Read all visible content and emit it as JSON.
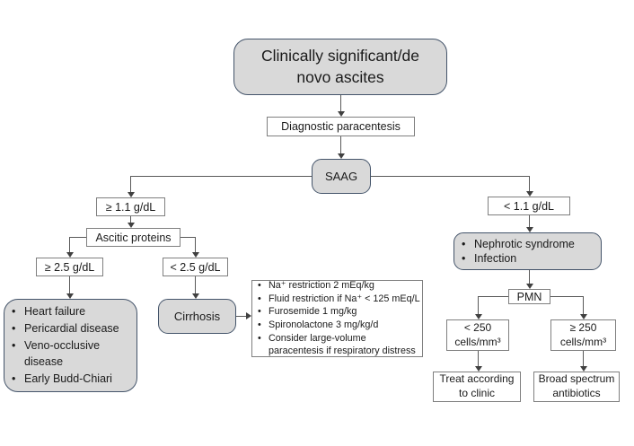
{
  "diagram_title": "Clinically significant/de novo ascites flowchart",
  "colors": {
    "node_fill": "#d9d9d9",
    "node_border": "#44546a",
    "box_border": "#7f7f7f",
    "line": "#595959",
    "text": "#1a1a1a",
    "background": "#ffffff"
  },
  "nodes": {
    "root": {
      "label": "Clinically significant/de novo ascites"
    },
    "paracentesis": {
      "label": "Diagnostic paracentesis"
    },
    "saag": {
      "label": "SAAG"
    },
    "saag_high": {
      "label": "≥ 1.1 g/dL"
    },
    "ascitic_proteins": {
      "label": "Ascitic proteins"
    },
    "protein_high": {
      "label": "≥ 2.5 g/dL"
    },
    "protein_low": {
      "label": "< 2.5 g/dL"
    },
    "high_protein_causes": {
      "items": [
        "Heart failure",
        "Pericardial disease",
        "Veno-occlusive disease",
        "Early Budd-Chiari"
      ]
    },
    "cirrhosis": {
      "label": "Cirrhosis"
    },
    "cirrhosis_treatment": {
      "items": [
        "Na⁺ restriction 2 mEq/kg",
        "Fluid restriction if Na⁺ < 125 mEq/L",
        "Furosemide 1 mg/kg",
        "Spironolactone 3 mg/kg/d",
        "Consider large-volume paracentesis if respiratory distress"
      ]
    },
    "saag_low": {
      "label": "< 1.1 g/dL"
    },
    "low_saag_causes": {
      "items": [
        "Nephrotic syndrome",
        "Infection"
      ]
    },
    "pmn": {
      "label": "PMN"
    },
    "pmn_low": {
      "label": "< 250 cells/mm³"
    },
    "pmn_high": {
      "label": "≥ 250 cells/mm³"
    },
    "treat_clinic": {
      "label": "Treat according to clinic"
    },
    "broad_antibiotics": {
      "label": "Broad spectrum antibiotics"
    }
  }
}
